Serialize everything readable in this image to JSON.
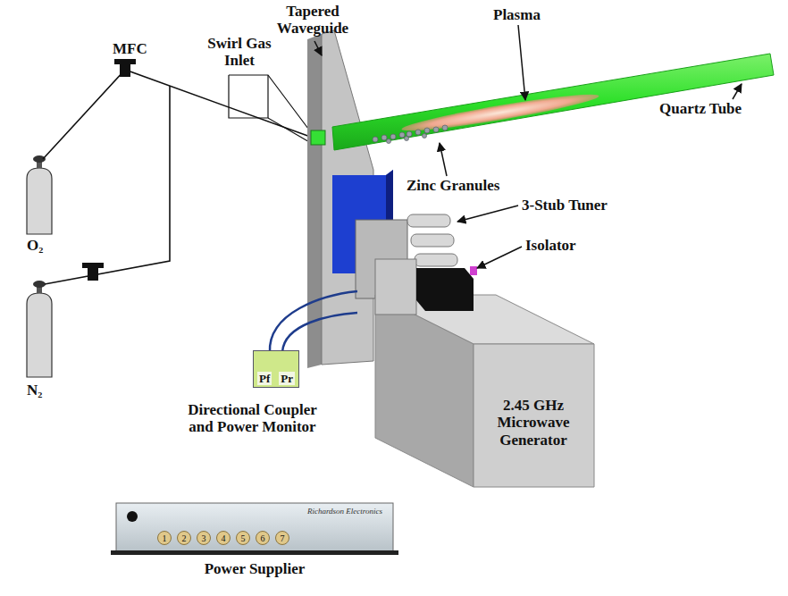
{
  "diagram": {
    "nodes": [
      {
        "text": [
          "2.45 GHz Microwave Generator"
        ]
      },
      {
        "text": [
          "Pf",
          "Pr",
          "Directional Coupler and Power Monitor"
        ]
      },
      {
        "text": [
          "Richardson Electronics",
          "Power Supplier"
        ]
      }
    ],
    "labels": [
      "Tapered Waveguide",
      "Plasma",
      "Swirl Gas Inlet",
      "MFC",
      "Quartz Tube",
      "Zinc Granules",
      "3-Stub Tuner",
      "Isolator",
      "O₂",
      "N₂",
      "1",
      "2",
      "3",
      "4",
      "5",
      "6",
      "7"
    ]
  }
}
